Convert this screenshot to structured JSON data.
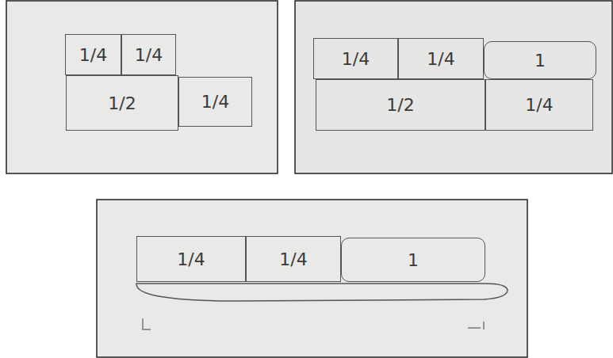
{
  "diagram": {
    "nodes": [
      {
        "text": [
          "1/4"
        ]
      },
      {
        "text": [
          "1/4"
        ]
      },
      {
        "text": [
          "1/2"
        ]
      },
      {
        "text": [
          "1/4"
        ]
      },
      {
        "text": [
          "1/4"
        ]
      },
      {
        "text": [
          "1/4"
        ]
      },
      {
        "text": [
          "1"
        ]
      },
      {
        "text": [
          "1/2"
        ]
      },
      {
        "text": [
          "1/4"
        ]
      },
      {
        "text": [
          "1/4"
        ]
      },
      {
        "text": [
          "1/4"
        ]
      },
      {
        "text": [
          "1"
        ]
      }
    ]
  }
}
